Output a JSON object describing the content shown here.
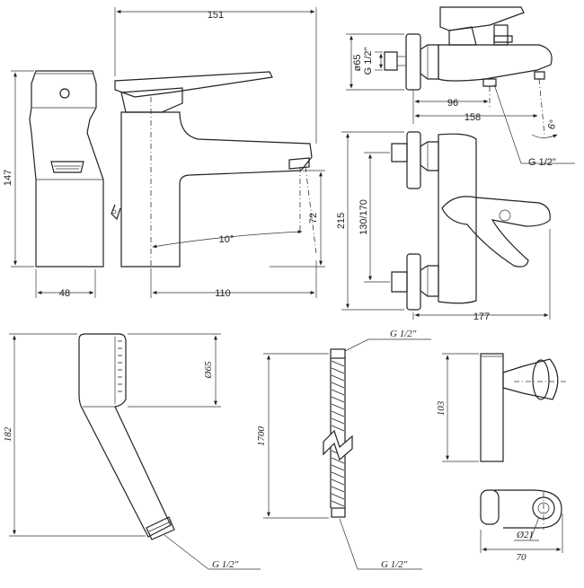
{
  "basin_mixer": {
    "width_front": "48",
    "height": "147",
    "length_overall": "151",
    "base_to_spout": "110",
    "spout_height": "72",
    "swivel_angle": "10°"
  },
  "bath_mixer": {
    "rosette_diameter": "ø65",
    "inlet_thread": "G 1/2\"",
    "outlet_thread": "G 1/2\"",
    "spout_projection": "96",
    "overall_projection": "158",
    "spout_angle": "6°",
    "height": "215",
    "centres": "130/170",
    "width": "177"
  },
  "hand_shower": {
    "length": "182",
    "head_diameter": "Ø65",
    "thread": "G 1/2\""
  },
  "hose": {
    "top_thread": "G 1/2\"",
    "length": "1700",
    "bottom_thread": "G 1/2\""
  },
  "wall_holder": {
    "height": "103",
    "bore_diameter": "Ø21",
    "depth": "70"
  }
}
